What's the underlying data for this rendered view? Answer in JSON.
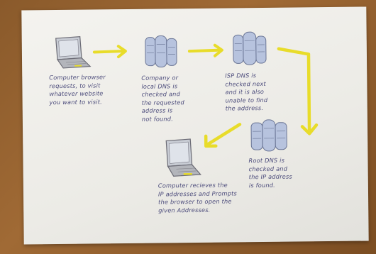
{
  "steps": [
    {
      "lines": [
        "Computer browser",
        "requests, to visit",
        "whatever website",
        "you want to visit."
      ]
    },
    {
      "lines": [
        "Company or",
        "local DNS is",
        "checked and",
        "the requested",
        "address is",
        "not found."
      ]
    },
    {
      "lines": [
        "ISP DNS is",
        "checked next",
        "and it is also",
        "unable to find",
        "the address."
      ]
    },
    {
      "lines": [
        "Root DNS is",
        "checked and",
        "the IP address",
        "is found."
      ]
    },
    {
      "lines": [
        "Computer recieves the",
        "IP addresses and Prompts",
        "the browser to open the",
        "given Addresses."
      ]
    }
  ],
  "colors": {
    "arrow": "#e8dc2a",
    "ink": "#4a4a7a",
    "server": "#b7c3de",
    "laptop": "#9a9aa0"
  }
}
